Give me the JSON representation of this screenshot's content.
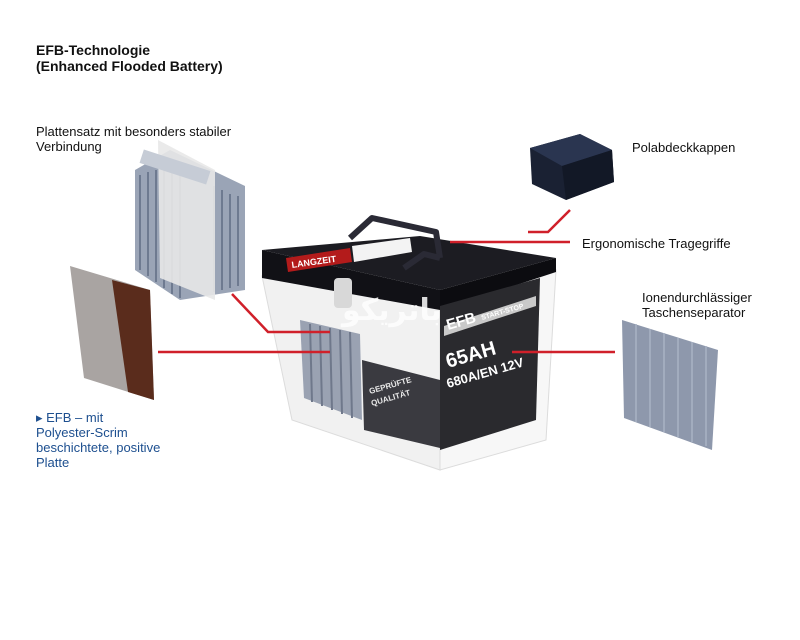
{
  "header": {
    "title_line1": "EFB-Technologie",
    "title_line2": "(Enhanced Flooded Battery)"
  },
  "labels": {
    "plate_set_line1": "Plattensatz mit besonders stabiler",
    "plate_set_line2": "Verbindung",
    "terminal_caps": "Polabdeckkappen",
    "handles": "Ergonomische Tragegriffe",
    "separator_line1": "Ionendurchlässiger",
    "separator_line2": "Taschenseparator",
    "efb_plate_line1": "▸ EFB – mit",
    "efb_plate_line2": "Polyester-Scrim",
    "efb_plate_line3": "beschichtete, positive",
    "efb_plate_line4": "Platte"
  },
  "battery_label": {
    "brand": "LANGZEIT",
    "type": "EFB",
    "subtitle": "START-STOP",
    "capacity": "65AH",
    "rating": "680A/EN 12V",
    "quality_line1": "GEPRÜFTE",
    "quality_line2": "QUALITÄT"
  },
  "watermark": "باتریکو",
  "colors": {
    "callout_line": "#d0202a",
    "label_blue": "#1d4f8f"
  }
}
